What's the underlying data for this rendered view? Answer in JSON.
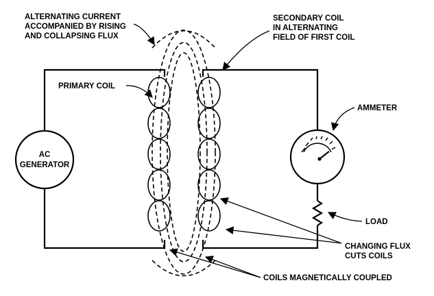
{
  "labels": {
    "flux_l1": "ALTERNATING CURRENT",
    "flux_l2": "ACCOMPANIED BY RISING",
    "flux_l3": "AND COLLAPSING FLUX",
    "secondary_l1": "SECONDARY COIL",
    "secondary_l2": "IN ALTERNATING",
    "secondary_l3": "FIELD OF FIRST COIL",
    "primary": "PRIMARY COIL",
    "generator_l1": "AC",
    "generator_l2": "GENERATOR",
    "ammeter": "AMMETER",
    "load": "LOAD",
    "changing_l1": "CHANGING FLUX",
    "changing_l2": "CUTS COILS",
    "coupled": "COILS MAGNETICALLY COUPLED"
  },
  "colors": {
    "ink": "#000000",
    "background": "#ffffff"
  }
}
